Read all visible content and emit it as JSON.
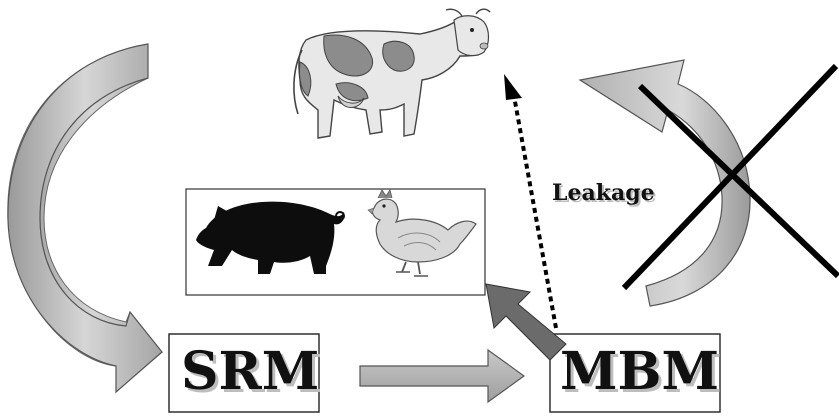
{
  "diagram": {
    "nodes": {
      "srm": {
        "label": "SRM"
      },
      "mbm": {
        "label": "MBM"
      },
      "cattle": {
        "icon": "cow-icon"
      },
      "pigs_poultry": {
        "icons": [
          "pig-icon",
          "chicken-icon"
        ]
      }
    },
    "edges": {
      "leakage": {
        "label": "Leakage",
        "style": "dotted"
      }
    },
    "colors": {
      "arrow_light": "#b9b9b9",
      "arrow_dark": "#6b6b6b",
      "cross": "#000000"
    }
  }
}
